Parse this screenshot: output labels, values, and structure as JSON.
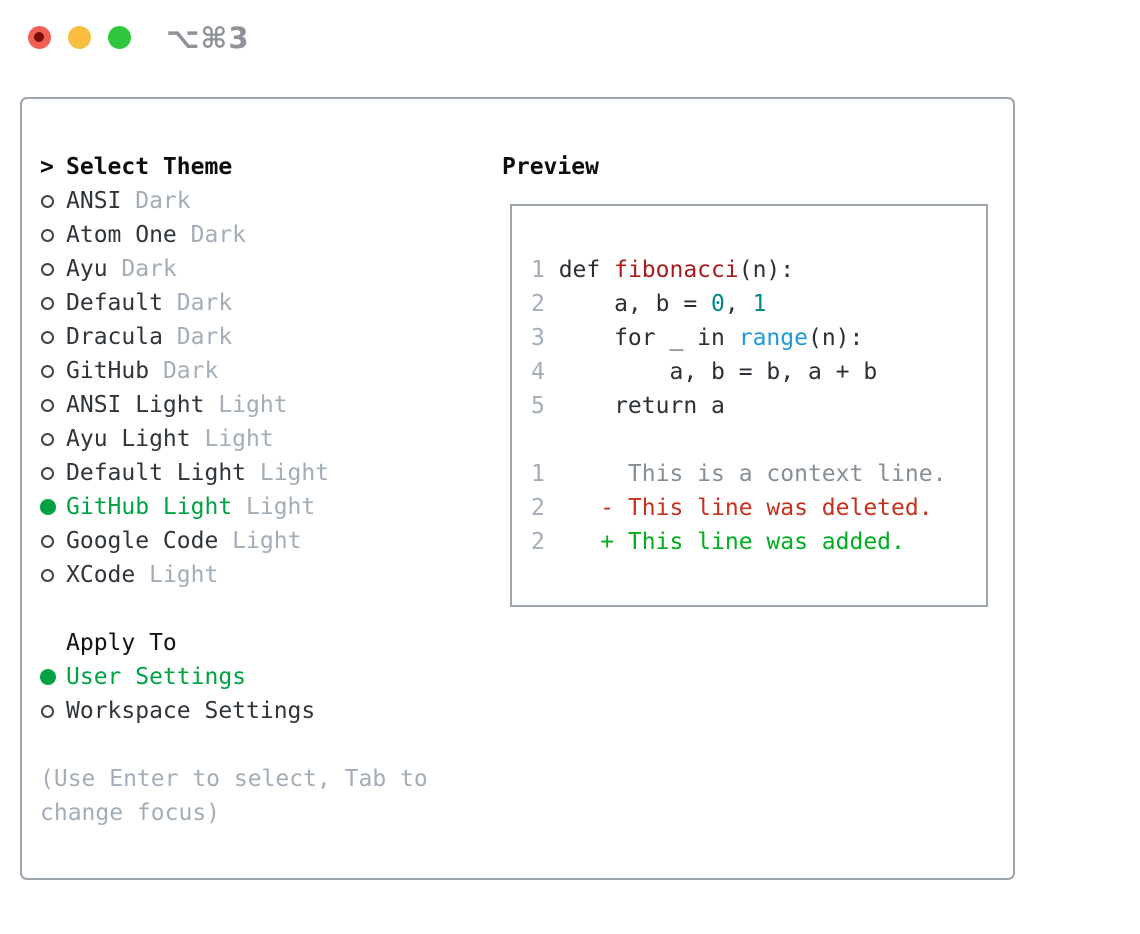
{
  "window": {
    "title": "⌥⌘3",
    "traffic_lights": [
      "close",
      "minimize",
      "zoom"
    ]
  },
  "colors": {
    "accent_green": "#00a342",
    "panel_border": "#9da5af",
    "text_strong": "#0b0d0e",
    "text_primary": "#2f353b",
    "text_muted": "#a3adb8",
    "radio_ring": "#3f464c",
    "traffic_red": "#f15e52",
    "traffic_red_dot": "#7a0b05",
    "traffic_yellow": "#f6bd3f",
    "traffic_green": "#2fc63e",
    "roles": {
      "default": "#2b3036",
      "function": "#a51d1d",
      "number": "#008789",
      "builtin": "#1f9ad6",
      "context": "#868e96",
      "deleted": "#c5311d",
      "added": "#00ae1f"
    }
  },
  "theme_panel": {
    "prompt_marker": ">",
    "prompt": "Select Theme",
    "themes": [
      {
        "name": "ANSI",
        "variant": "Dark",
        "selected": false
      },
      {
        "name": "Atom One",
        "variant": "Dark",
        "selected": false
      },
      {
        "name": "Ayu",
        "variant": "Dark",
        "selected": false
      },
      {
        "name": "Default",
        "variant": "Dark",
        "selected": false
      },
      {
        "name": "Dracula",
        "variant": "Dark",
        "selected": false
      },
      {
        "name": "GitHub",
        "variant": "Dark",
        "selected": false
      },
      {
        "name": "ANSI Light",
        "variant": "Light",
        "selected": false
      },
      {
        "name": "Ayu Light",
        "variant": "Light",
        "selected": false
      },
      {
        "name": "Default Light",
        "variant": "Light",
        "selected": false
      },
      {
        "name": "GitHub Light",
        "variant": "Light",
        "selected": true
      },
      {
        "name": "Google Code",
        "variant": "Light",
        "selected": false
      },
      {
        "name": "XCode",
        "variant": "Light",
        "selected": false
      }
    ],
    "apply_to": {
      "label": "Apply To",
      "options": [
        {
          "name": "User Settings",
          "selected": true
        },
        {
          "name": "Workspace Settings",
          "selected": false
        }
      ]
    },
    "hint_lines": [
      "(Use Enter to select, Tab to",
      "change focus)"
    ]
  },
  "preview": {
    "heading": "Preview",
    "lines": [
      {
        "num": "1",
        "segments": [
          {
            "text": " def ",
            "role": "default"
          },
          {
            "text": "fibonacci",
            "role": "function"
          },
          {
            "text": "(n):",
            "role": "default"
          }
        ]
      },
      {
        "num": "2",
        "segments": [
          {
            "text": "     a, b = ",
            "role": "default"
          },
          {
            "text": "0",
            "role": "number"
          },
          {
            "text": ", ",
            "role": "default"
          },
          {
            "text": "1",
            "role": "number"
          }
        ]
      },
      {
        "num": "3",
        "segments": [
          {
            "text": "     for _ in ",
            "role": "default"
          },
          {
            "text": "range",
            "role": "builtin"
          },
          {
            "text": "(n):",
            "role": "default"
          }
        ]
      },
      {
        "num": "4",
        "segments": [
          {
            "text": "         a, b = b, a + b",
            "role": "default"
          }
        ]
      },
      {
        "num": "5",
        "segments": [
          {
            "text": "     return a",
            "role": "default"
          }
        ]
      },
      {
        "num": "",
        "segments": []
      },
      {
        "num": "1",
        "segments": [
          {
            "text": "      This is a context line.",
            "role": "context"
          }
        ]
      },
      {
        "num": "2",
        "segments": [
          {
            "text": "    - This line was deleted.",
            "role": "deleted"
          }
        ]
      },
      {
        "num": "2",
        "segments": [
          {
            "text": "    + This line was added.",
            "role": "added"
          }
        ]
      }
    ]
  }
}
